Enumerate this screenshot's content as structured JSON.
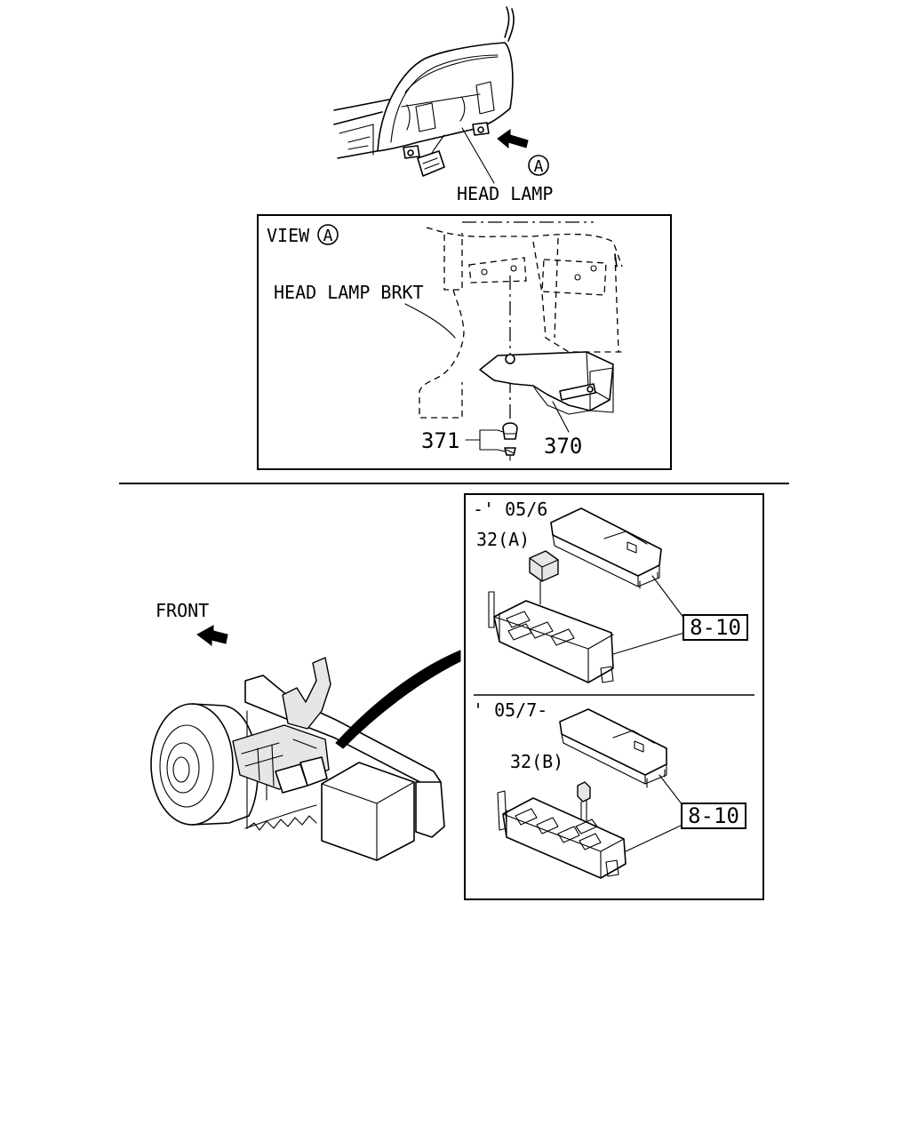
{
  "top_view": {
    "head_lamp_label": "HEAD LAMP",
    "view_marker": "A"
  },
  "view_a": {
    "title": "VIEW",
    "marker": "A",
    "brkt_label": "HEAD LAMP BRKT",
    "part_371": "371",
    "part_370": "370"
  },
  "location_view": {
    "front_label": "FRONT"
  },
  "detail_panel": {
    "upper": {
      "date_range": "-' 05/6",
      "part_label": "32(A)",
      "ref_box": "8-10"
    },
    "lower": {
      "date_range": "' 05/7-",
      "part_label": "32(B)",
      "ref_box": "8-10"
    }
  }
}
